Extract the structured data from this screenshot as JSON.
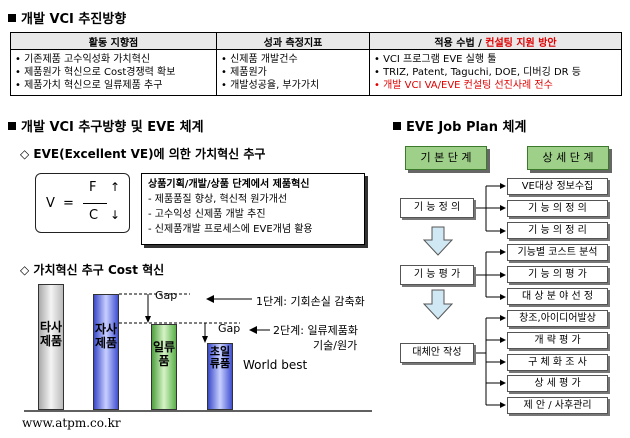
{
  "section1": {
    "title": "개발 VCI 추진방향"
  },
  "table": {
    "headers": [
      "활동 지향점",
      "성과 측정지표",
      "적용 수법 / ",
      "컨설팅 지원 방안"
    ],
    "col1": [
      "기존제품 고수익성화 가치혁신",
      "제품원가 혁신으로 Cost경쟁력 확보",
      "제품가치 혁신으로 일류제품 추구"
    ],
    "col2": [
      "신제품 개발건수",
      "제품원가",
      "개발성공율, 부가가치"
    ],
    "col3": [
      "VCI 프로그램 EVE 실행 툴",
      "TRIZ, Patent, Taguchi, DOE, 디버깅 DR 등",
      "개발 VCI VA/EVE 컨설팅 선진사례 전수"
    ]
  },
  "section2": {
    "title": "개발 VCI 추구방향 및 EVE 체계"
  },
  "eve": {
    "title": "EVE(Excellent VE)에 의한 가치혁신 추구",
    "formula": {
      "v": "V",
      "eq": "=",
      "f": "F",
      "c": "C"
    },
    "box_title": "상품기획/개발/상품 단계에서 제품혁신",
    "box_items": [
      "제품품질 향상, 혁신적 원가개선",
      "고수익성 신제품 개발 추진",
      "신제품개발 프로세스에 EVE개념 활용"
    ]
  },
  "cost": {
    "title": "가치혁신 추구 Cost 혁신",
    "bars": [
      "타사제품",
      "자사제품",
      "일류품",
      "초일류품"
    ],
    "gap": "Gap",
    "step1": "1단계: 기회손실 감축화",
    "step2a": "2단계: 일류제품화",
    "step2b": "기술/원가",
    "world_best": "World best",
    "url": "www.atpm.co.kr"
  },
  "section3": {
    "title": "EVE Job Plan 체계"
  },
  "plan": {
    "basic": "기 본 단 계",
    "detail": "상 세 단 계",
    "left": [
      "기 능 정 의",
      "기 능 평 가",
      "대체안 작성"
    ],
    "group1": [
      "VE대상 정보수집",
      "기 능 의 정 의",
      "기 능 의 정 리"
    ],
    "group2": [
      "기능별 코스트 분석",
      "기 능 의 평 가",
      "대 상 분 야 선 정"
    ],
    "group3": [
      "창조,아이디어발상",
      "개 략 평 가",
      "구 체 화 조 사",
      "상 세 평 가",
      "제 안 / 사후관리"
    ]
  },
  "colors": {
    "accent_red": "#e00000",
    "green": "#9fd08a",
    "header_gray": "#e9e9e9",
    "bar_blue": "#5a6ae0",
    "bar_green": "#8ed07a"
  }
}
